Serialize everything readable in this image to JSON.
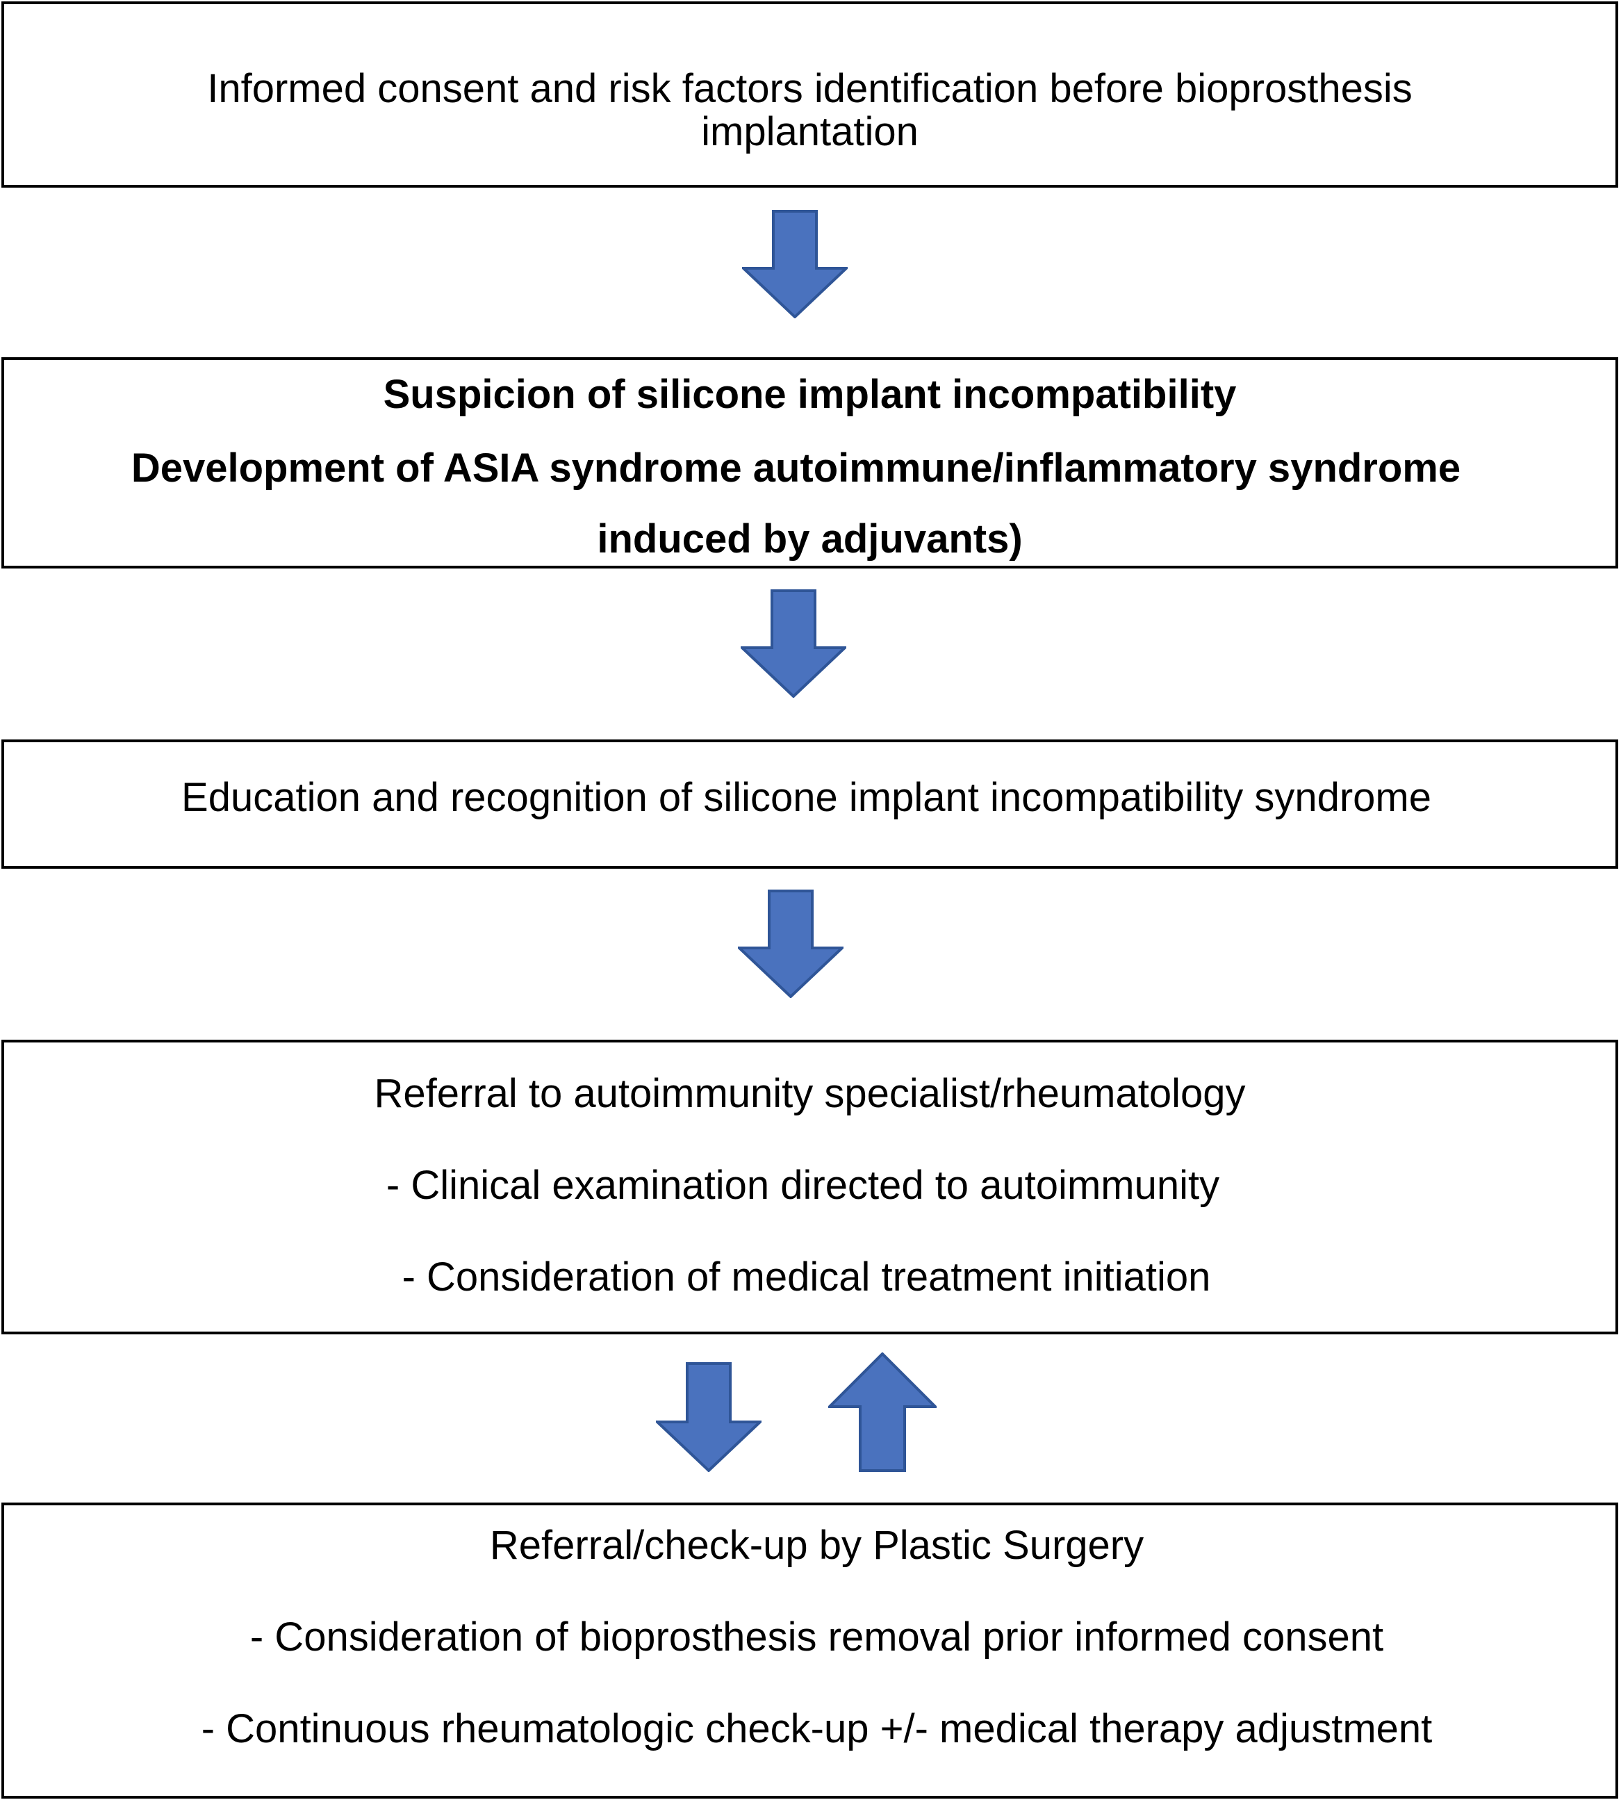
{
  "colors": {
    "arrow_fill": "#4A72BE",
    "arrow_stroke": "#2F5597",
    "border": "#000000"
  },
  "boxes": {
    "step1": {
      "line1": "Informed consent and risk factors identification  before bioprosthesis",
      "line2": "implantation"
    },
    "step2": {
      "line1": "Suspicion of silicone implant incompatibility",
      "line2": "Development of ASIA syndrome autoimmune/inflammatory syndrome",
      "line3": "induced by adjuvants)"
    },
    "step3": {
      "line1": "Education and recognition of silicone implant incompatibility syndrome"
    },
    "step4": {
      "line1": "Referral to autoimmunity specialist/rheumatology",
      "line2": "- Clinical examination directed to autoimmunity",
      "line3": "- Consideration of medical treatment initiation"
    },
    "step5": {
      "line1": "Referral/check-up by Plastic Surgery",
      "line2": "- Consideration of bioprosthesis removal prior informed consent",
      "line3": "- Continuous rheumatologic check-up +/- medical therapy adjustment"
    }
  },
  "arrows": [
    {
      "direction": "down-icon"
    },
    {
      "direction": "down-icon"
    },
    {
      "direction": "down-icon"
    },
    {
      "direction": "down-icon"
    },
    {
      "direction": "up-icon"
    }
  ]
}
